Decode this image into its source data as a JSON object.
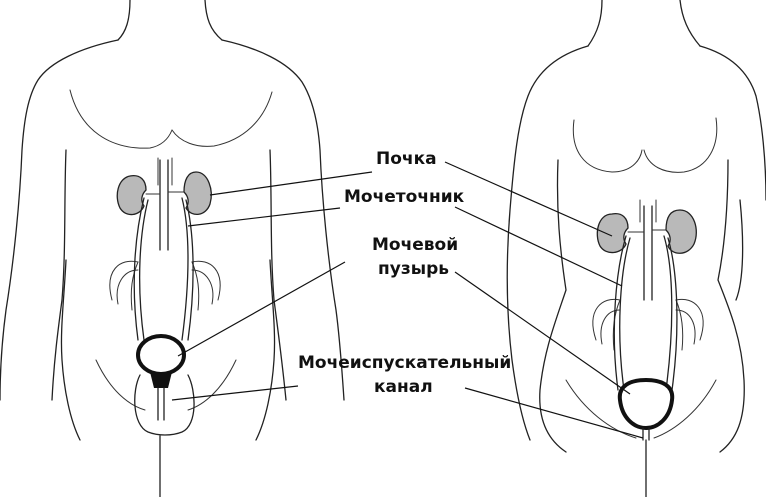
{
  "labels": {
    "kidney": "Почка",
    "ureter": "Мочеточник",
    "bladder_line1": "Мочевой",
    "bladder_line2": "пузырь",
    "urethra_line1": "Мочеиспускательный",
    "urethra_line2": "канал"
  },
  "colors": {
    "outline": "#222222",
    "kidney_fill": "#b9b9b9",
    "label_text": "#111111",
    "background": "#ffffff"
  }
}
